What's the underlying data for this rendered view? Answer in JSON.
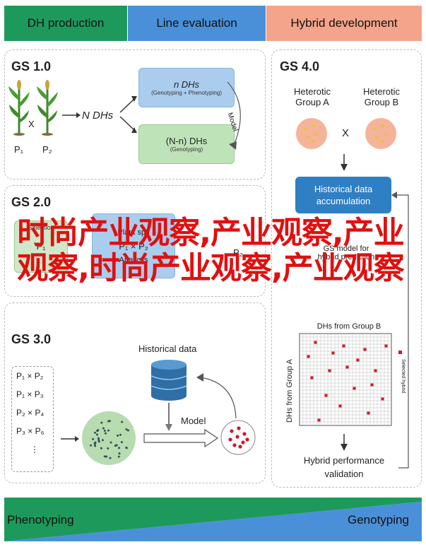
{
  "header": {
    "tabs": [
      {
        "label": "DH production",
        "color": "#1d9a5b"
      },
      {
        "label": "Line evaluation",
        "color": "#4a90d9"
      },
      {
        "label": "Hybrid development",
        "color": "#f4a48a"
      }
    ]
  },
  "gs1": {
    "title": "GS 1.0",
    "parent1": "P₁",
    "parent2": "P₂",
    "cross": "X",
    "dhs_label": "N DHs",
    "box1_title": "n DHs",
    "box1_sub": "(Genotyping + Phenotyping)",
    "box2_title": "(N-n) DHs",
    "box2_sub": "(Genotyping)",
    "model_label": "Model"
  },
  "gs2": {
    "title": "GS 2.0",
    "partial_top": "Selection",
    "left_label": "P₁",
    "mid_top": "Plant sps",
    "mid_cross": "P₁ × P₂",
    "mid_bottom": "Analysis",
    "right_label": "P₂"
  },
  "gs3": {
    "title": "GS 3.0",
    "crosses": [
      "P₁ × P₂",
      "P₁ × P₃",
      "P₂ × P₄",
      "P₃ × P₆",
      "⋮"
    ],
    "historical": "Historical data",
    "model_label": "Model"
  },
  "gs4": {
    "title": "GS 4.0",
    "groupA": "Heterotic\nGroup A",
    "groupB": "Heterotic\nGroup B",
    "cross": "X",
    "hist_box": "Historical data\naccumulation",
    "gs_model": "GS model for\nhybrid prediction",
    "dh_group_b": "DHs from Group B",
    "dh_group_a": "DHs from Group A",
    "selected": "Selected hybrid",
    "validation": "Hybrid performance\nvalidation"
  },
  "footer": {
    "left": "Phenotyping",
    "right": "Genotyping",
    "color_top": "#1d9a5b",
    "color_bottom": "#4a90d9"
  },
  "overlay": {
    "text": "时尚产业观察,产业观察,产业观察,时尚产业观察,产业观察"
  }
}
